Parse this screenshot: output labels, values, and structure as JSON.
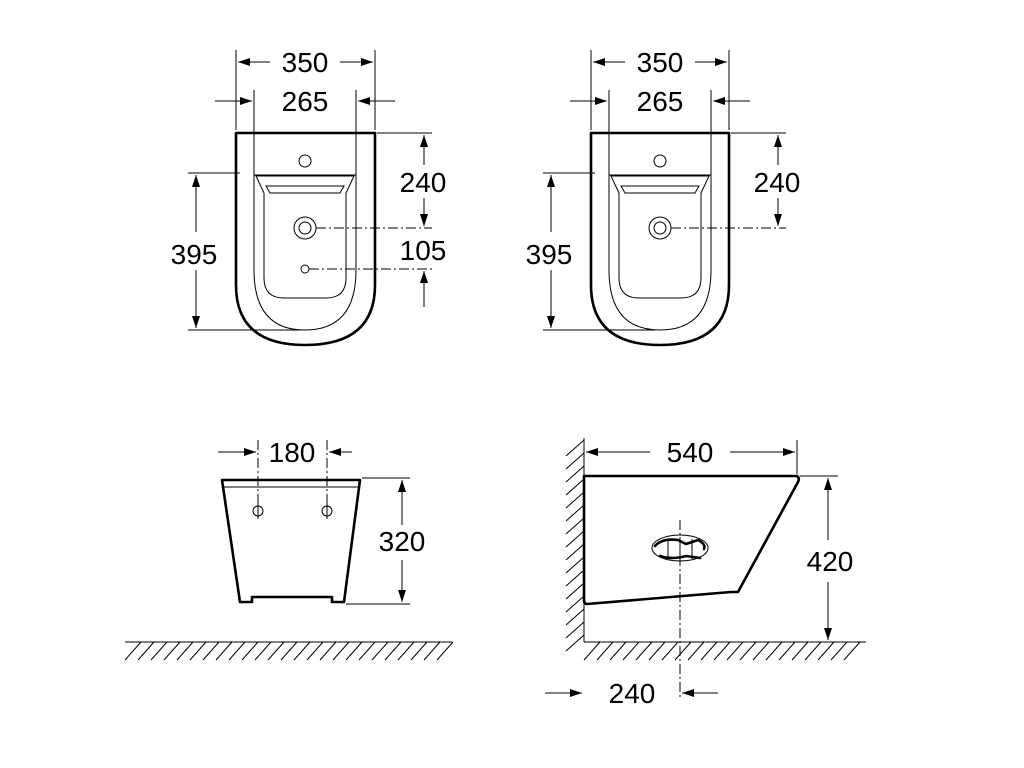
{
  "views": {
    "top_left": {
      "width_outer": "350",
      "width_inner": "265",
      "height_total": "395",
      "depth_top": "240",
      "depth_holes": "105"
    },
    "top_right": {
      "width_outer": "350",
      "width_inner": "265",
      "height_total": "395",
      "depth_top": "240"
    },
    "front": {
      "fixing_spacing": "180",
      "fixing_height": "320"
    },
    "side": {
      "length": "540",
      "height": "420",
      "waste_offset": "240"
    }
  }
}
